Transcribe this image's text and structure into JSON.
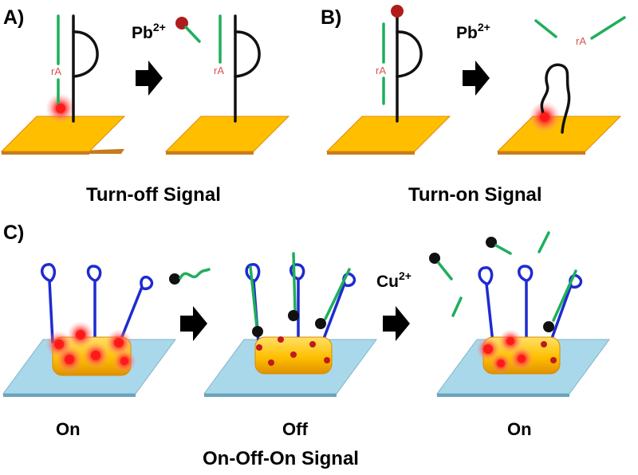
{
  "panels": {
    "a": {
      "label": "A)",
      "ion": "Pb",
      "ion_charge": "2+",
      "cleavage_site": "rA",
      "caption": "Turn-off Signal"
    },
    "b": {
      "label": "B)",
      "ion": "Pb",
      "ion_charge": "2+",
      "cleavage_site": "rA",
      "caption": "Turn-on Signal"
    },
    "c": {
      "label": "C)",
      "ion": "Cu",
      "ion_charge": "2+",
      "states": [
        "On",
        "Off",
        "On"
      ],
      "caption": "On-Off-On Signal"
    }
  },
  "colors": {
    "gold_surface": "#ffbf00",
    "glass_surface": "#a9d8ea",
    "substrate_strand": "#1fae5b",
    "enzyme_strand_a_b": "#111111",
    "enzyme_strand_c": "#1e2bd0",
    "fluorophore": "#ff1a1a",
    "quencher": "#111111",
    "label_pb": "#b01c1c",
    "arrow": "#000000"
  },
  "icons": [
    "process-arrow-icon",
    "lead-ion-icon",
    "copper-ion-icon",
    "fluorophore-glow-icon",
    "quencher-ball-icon"
  ]
}
